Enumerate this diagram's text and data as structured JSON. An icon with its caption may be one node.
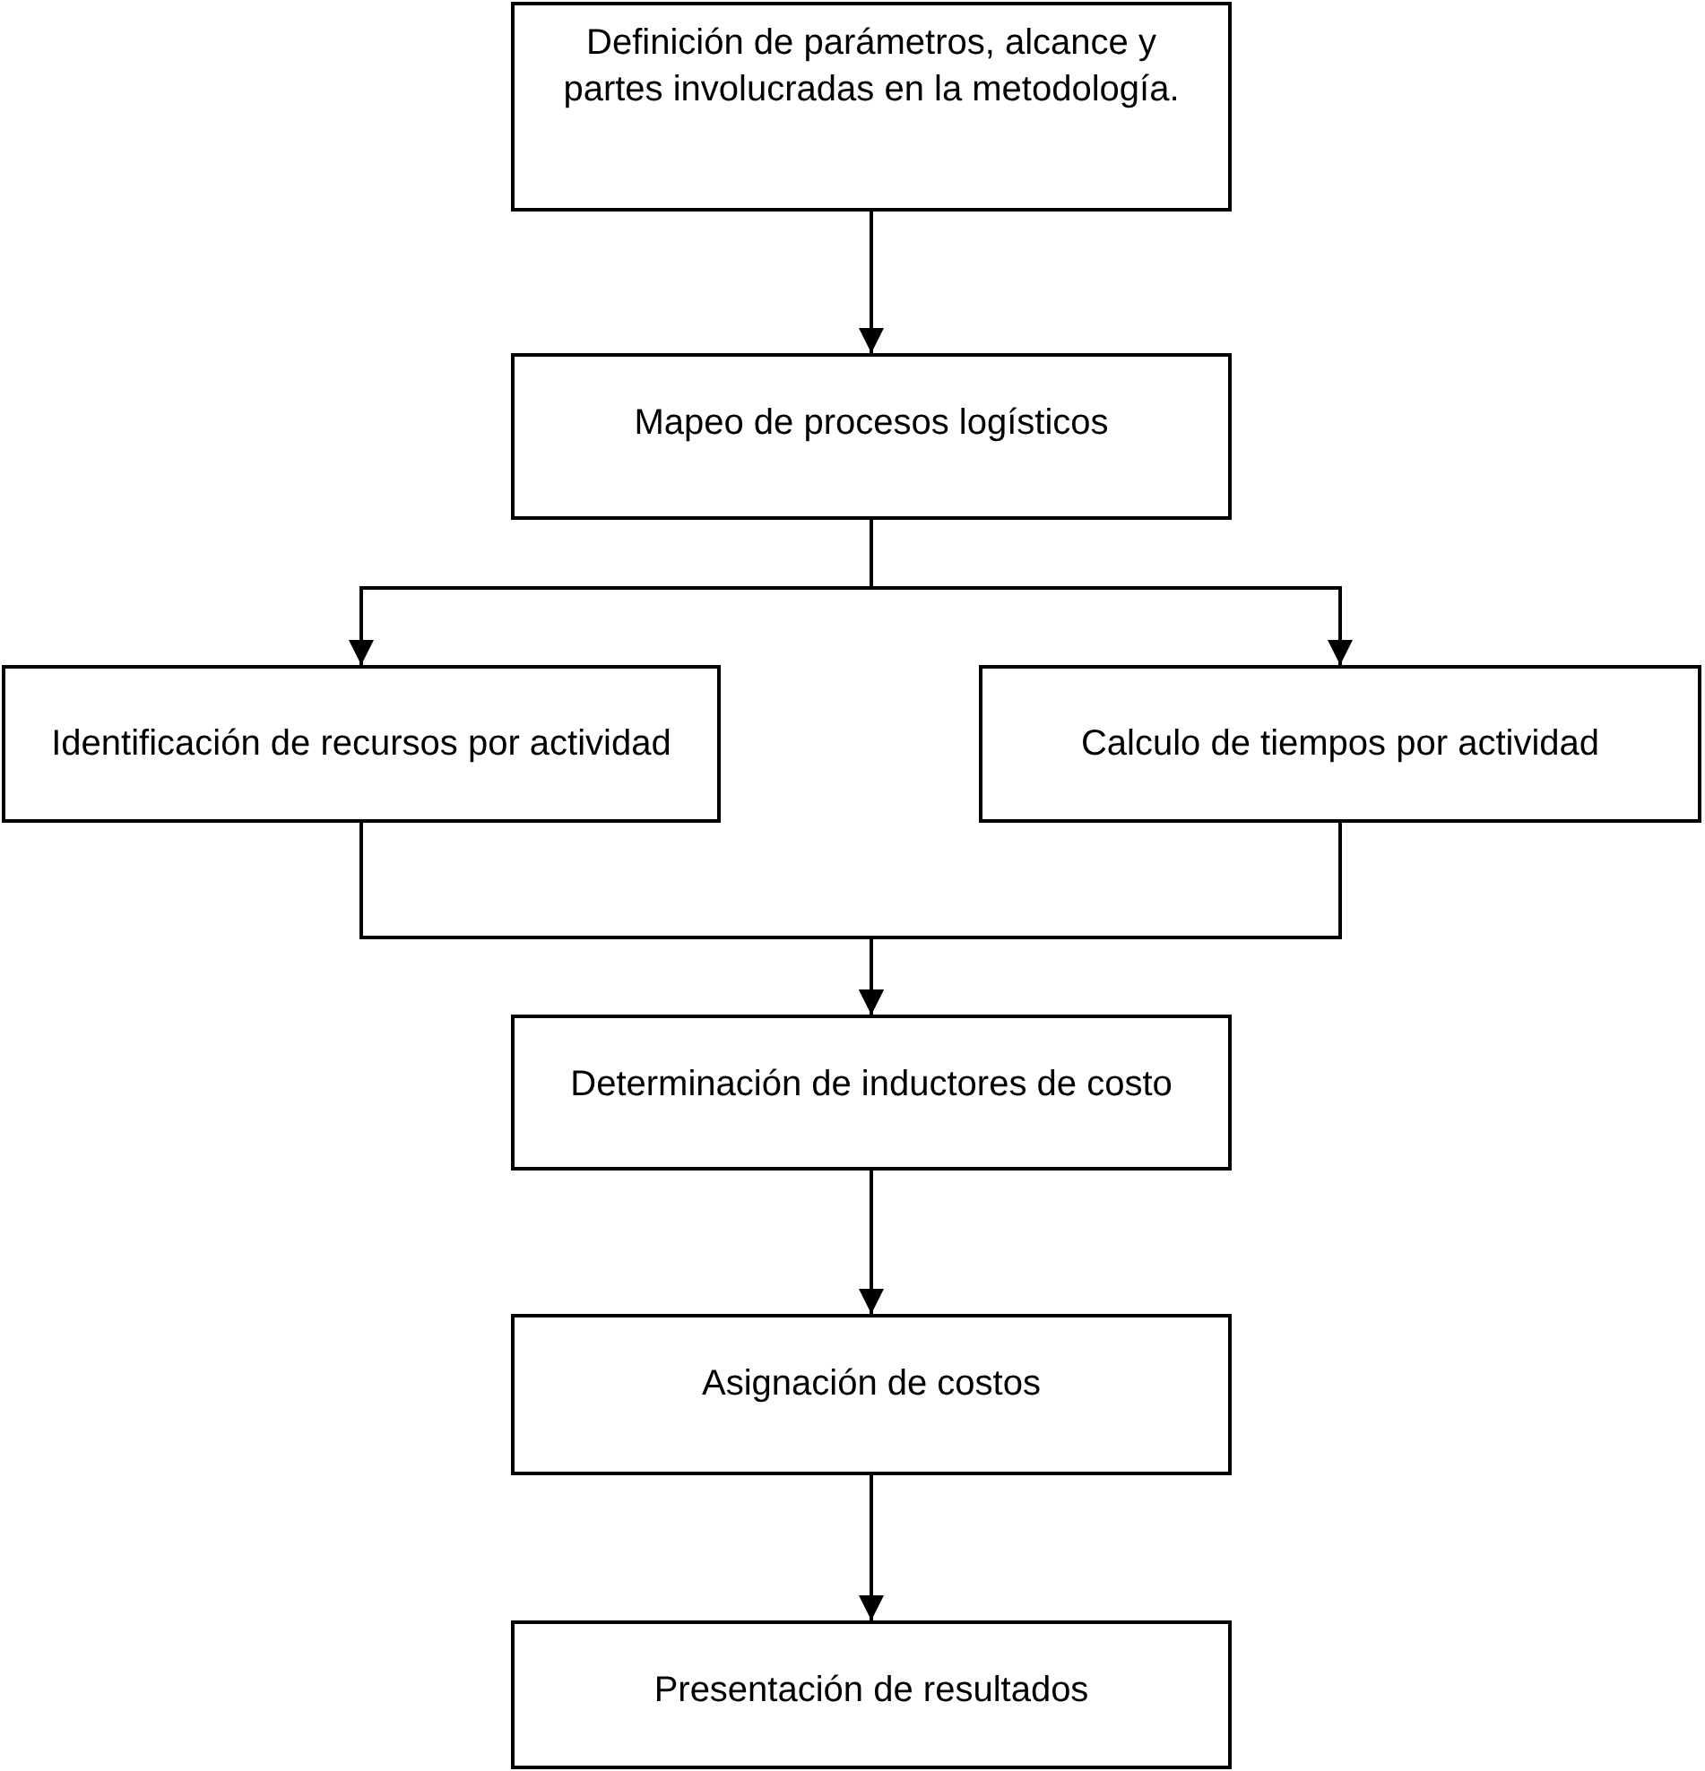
{
  "diagram": {
    "nodes": [
      {
        "text": [
          "Definición de parámetros, alcance y partes involucradas en la metodología."
        ]
      },
      {
        "text": [
          "Mapeo de procesos logísticos"
        ]
      },
      {
        "text": [
          "Identificación de recursos por actividad"
        ]
      },
      {
        "text": [
          "Calculo de tiempos por actividad"
        ]
      },
      {
        "text": [
          "Determinación de inductores de costo"
        ]
      },
      {
        "text": [
          "Asignación de costos"
        ]
      },
      {
        "text": [
          "Presentación de resultados"
        ]
      }
    ],
    "edges": [
      {
        "from": 0,
        "to": 1,
        "arrow": "to"
      },
      {
        "from": 1,
        "to": 2,
        "arrow": "to"
      },
      {
        "from": 1,
        "to": 3,
        "arrow": "to"
      },
      {
        "from": 2,
        "to": 4,
        "arrow": "to"
      },
      {
        "from": 3,
        "to": 4,
        "arrow": "to"
      },
      {
        "from": 4,
        "to": 5,
        "arrow": "to"
      },
      {
        "from": 5,
        "to": 6,
        "arrow": "to"
      }
    ]
  }
}
